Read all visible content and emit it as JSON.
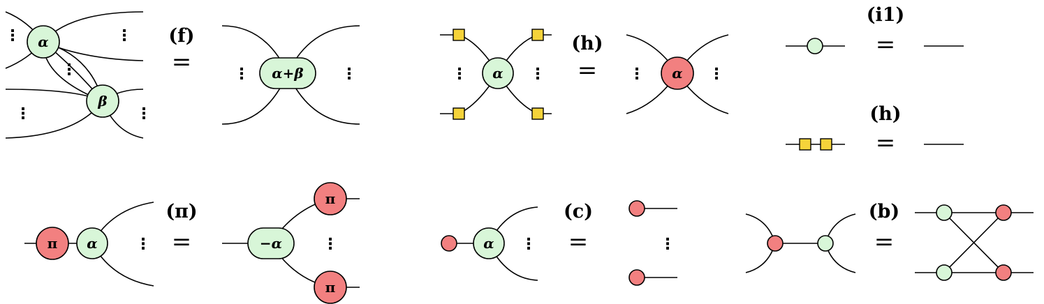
{
  "rules": {
    "f": "(f)",
    "h": "(h)",
    "i1": "(i1)",
    "h2": "(h)",
    "pi": "(π)",
    "c": "(c)",
    "b": "(b)"
  },
  "equals": "=",
  "spiders": {
    "alpha": "α",
    "beta": "β",
    "alpha_plus_beta": "α+β",
    "pi": "π",
    "minus_alpha": "−α"
  },
  "colors": {
    "green_spider": "#d8f6d8",
    "red_spider": "#f28080",
    "hadamard": "#f5d33a"
  }
}
